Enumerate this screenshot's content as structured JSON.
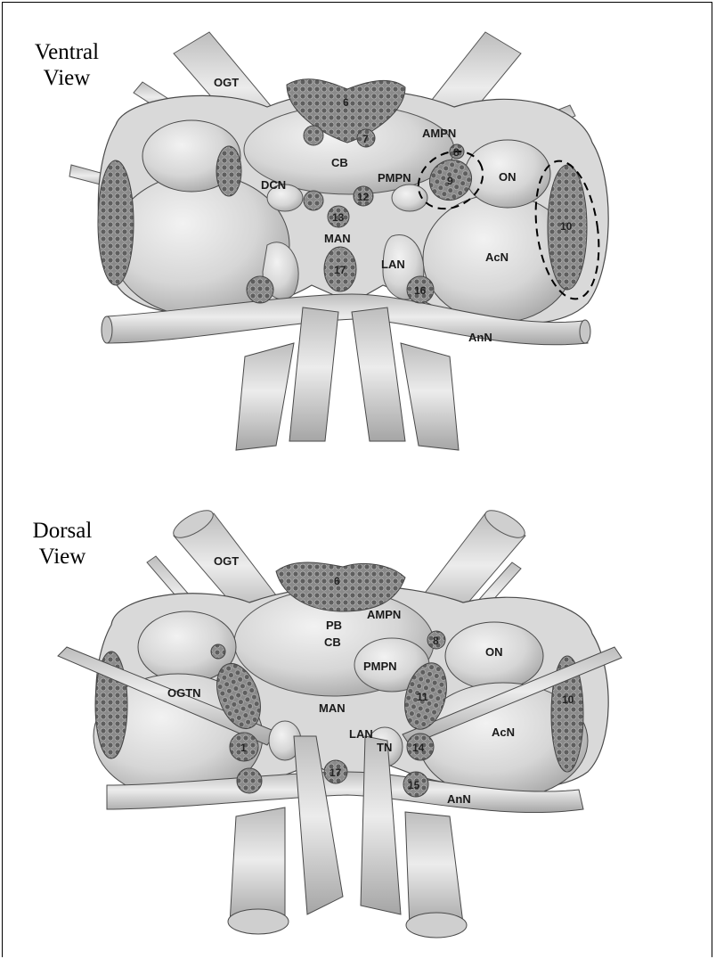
{
  "colors": {
    "tissue": "#d7d7d7",
    "tissue_light": "#ebebeb",
    "tissue_dark": "#9e9e9e",
    "cell_cluster": "#6f6f6f",
    "outline": "#4a4a4a"
  },
  "ventral": {
    "title_line1": "Ventral",
    "title_line2": "View",
    "labels": {
      "ogt": "OGT",
      "ampn": "AMPN",
      "cb": "CB",
      "pmpn": "PMPN",
      "dcn": "DCN",
      "on": "ON",
      "man": "MAN",
      "lan": "LAN",
      "acn": "AcN",
      "ann": "AnN"
    },
    "cluster_numbers": {
      "c6": "6",
      "c7": "7",
      "c8": "8",
      "c9": "9",
      "c10": "10",
      "c12": "12",
      "c13": "13",
      "c16": "16",
      "c17": "17"
    }
  },
  "dorsal": {
    "title_line1": "Dorsal",
    "title_line2": "View",
    "labels": {
      "ogt": "OGT",
      "ampn": "AMPN",
      "pb": "PB",
      "cb": "CB",
      "pmpn": "PMPN",
      "on": "ON",
      "ogtn": "OGTN",
      "man": "MAN",
      "lan": "LAN",
      "tn": "TN",
      "acn": "AcN",
      "ann": "AnN"
    },
    "cluster_numbers": {
      "c6": "6",
      "c8": "8",
      "c10": "10",
      "c11": "11",
      "c14": "14",
      "c15": "15",
      "c17": "17",
      "c1": "1"
    }
  }
}
